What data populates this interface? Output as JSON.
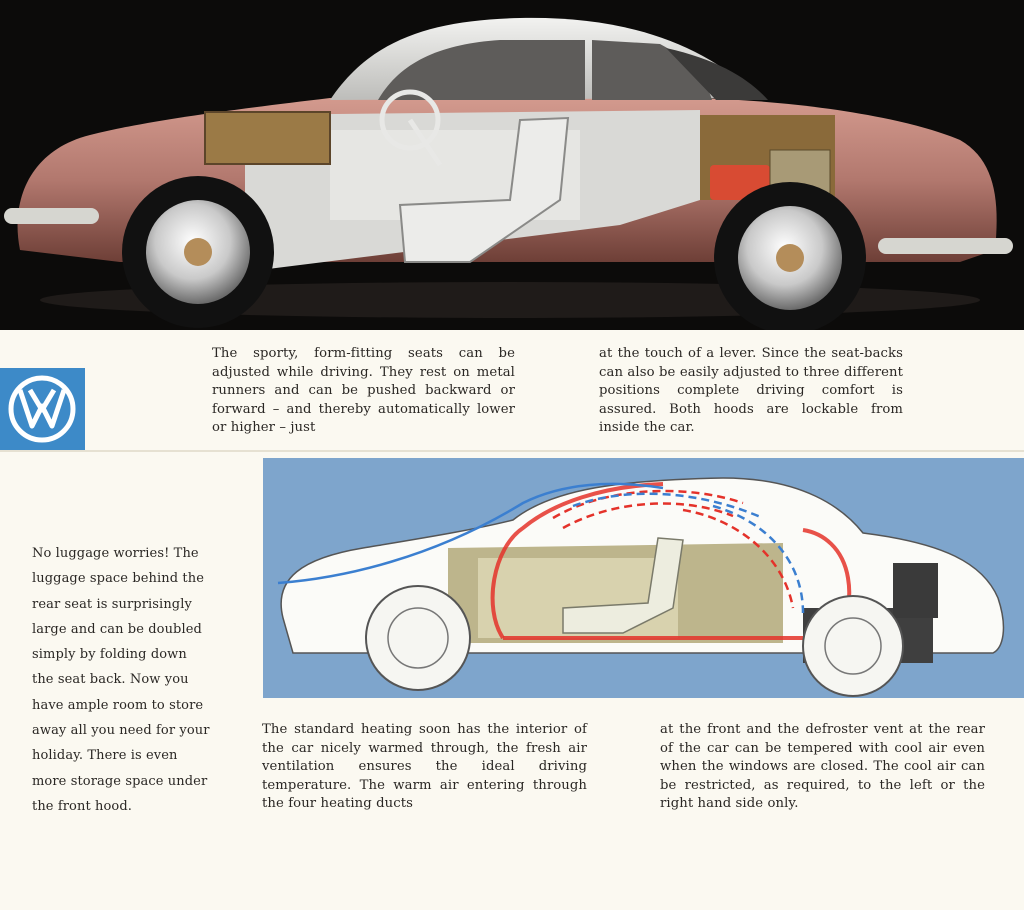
{
  "brand": {
    "logo": "vw-logo",
    "logo_color": "#3d8ac8"
  },
  "top_illustration": {
    "body_color": "#b2786e",
    "roof_color": "#e3e3e1"
  },
  "heating_diagram": {
    "background_color": "#7ea5cc",
    "warm_air_color": "#e4322a",
    "cool_air_color": "#3b7fd0"
  },
  "paragraphs": {
    "seats_part1": "The sporty, form-fitting seats can be adjusted while driving. They rest on metal runners and can be pushed backward or forward – and thereby automatically lower or higher – just",
    "seats_part2": "at the touch of a lever. Since the seat-backs can also be easily adjusted to three different positions complete driving comfort is assured. Both hoods are lockable from inside the car.",
    "luggage": "No luggage worries! The luggage space behind the rear seat is surprisingly large and can be doubled simply by folding down the seat back. Now you have ample room to store away all you need for your holiday. There is even more storage space under the front hood.",
    "heating_part1": "The standard heating soon has the interior of the car nicely warmed through, the fresh air ventilation ensures the ideal driving temperature. The warm air entering through the four heating ducts",
    "heating_part2": "at the front and the defroster vent at the rear of the car can be tempered with cool air even when the windows are closed. The cool air can be restricted, as required, to the left or the right hand side only."
  }
}
